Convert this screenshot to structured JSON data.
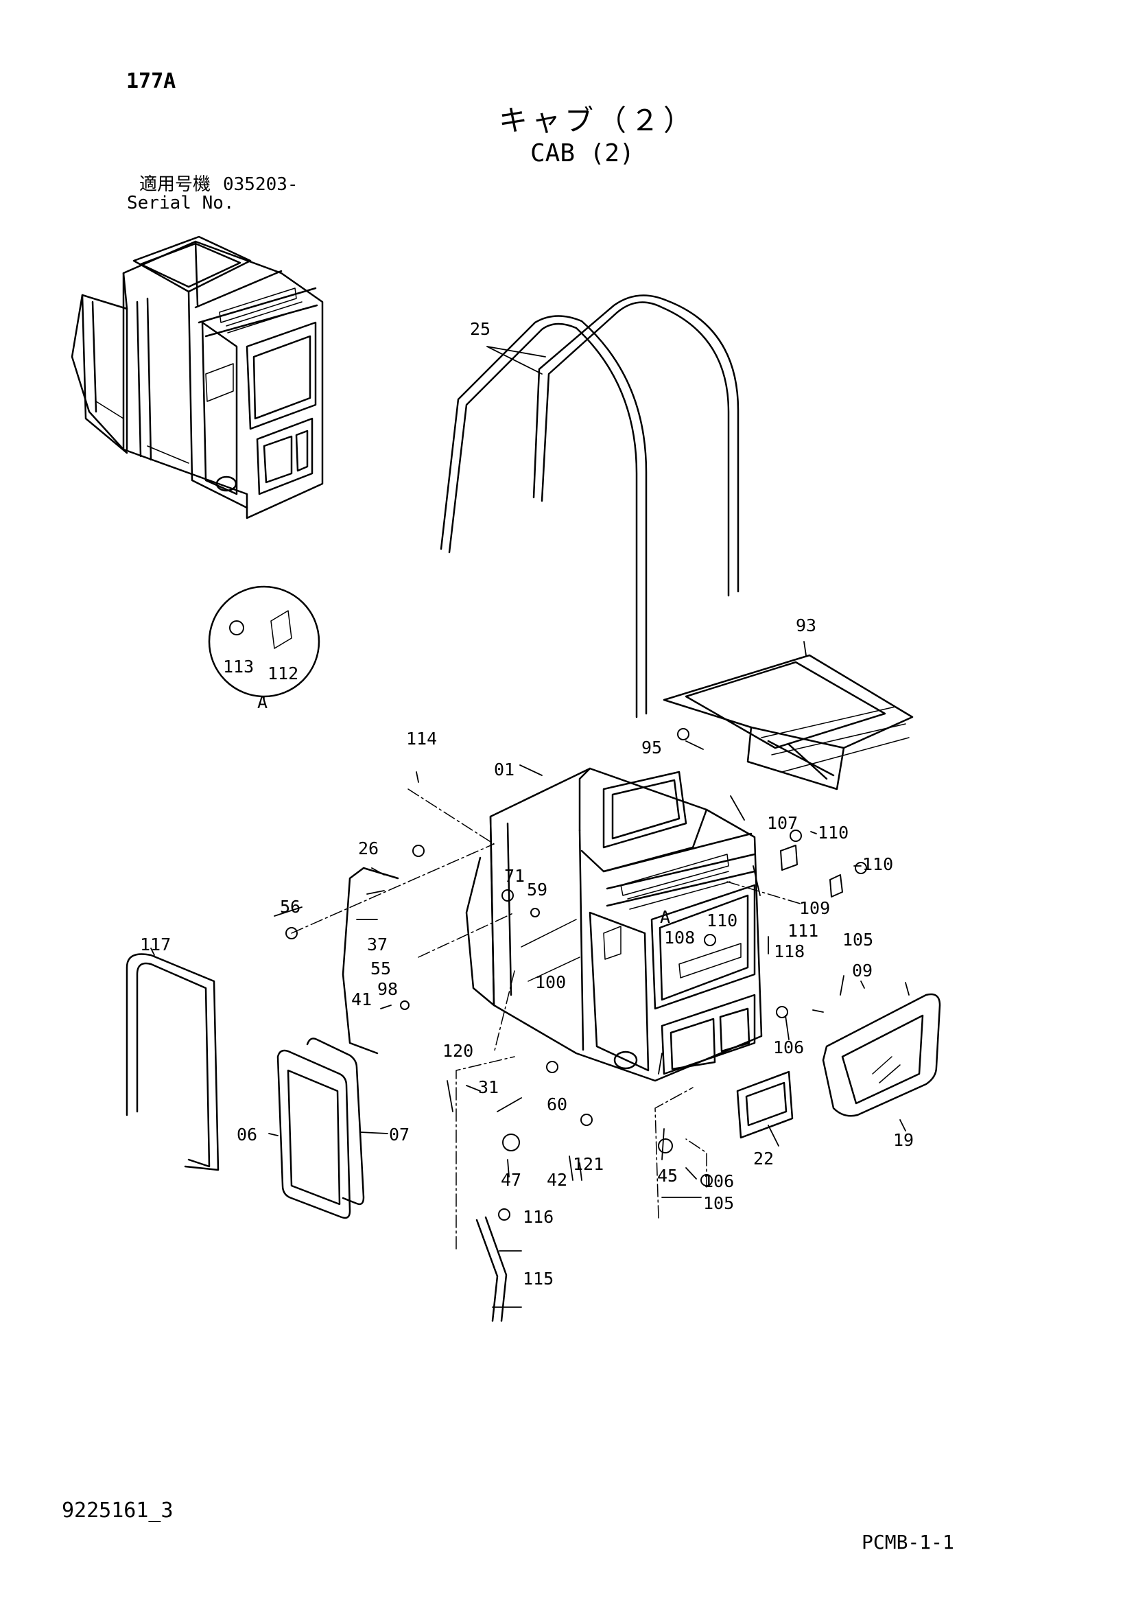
{
  "header": {
    "page_code": "177A",
    "title_jp": "キャブ（２）",
    "title_en": "CAB (2)",
    "serial_label_jp": "適用号機",
    "serial_label_en": "Serial No.",
    "serial_number": "035203-"
  },
  "footer": {
    "document_id": "9225161_3",
    "sheet_code": "PCMB-1-1"
  },
  "detail_view": {
    "letter": "A",
    "callouts": [
      "113",
      "112"
    ]
  },
  "callouts": [
    "25",
    "93",
    "95",
    "114",
    "01",
    "107",
    "110",
    "110",
    "26",
    "71",
    "59",
    "56",
    "A",
    "110",
    "109",
    "108",
    "111",
    "118",
    "105",
    "37",
    "55",
    "100",
    "117",
    "41",
    "98",
    "09",
    "120",
    "106",
    "31",
    "60",
    "06",
    "07",
    "22",
    "19",
    "47",
    "42",
    "121",
    "45",
    "106",
    "105",
    "116",
    "115"
  ]
}
